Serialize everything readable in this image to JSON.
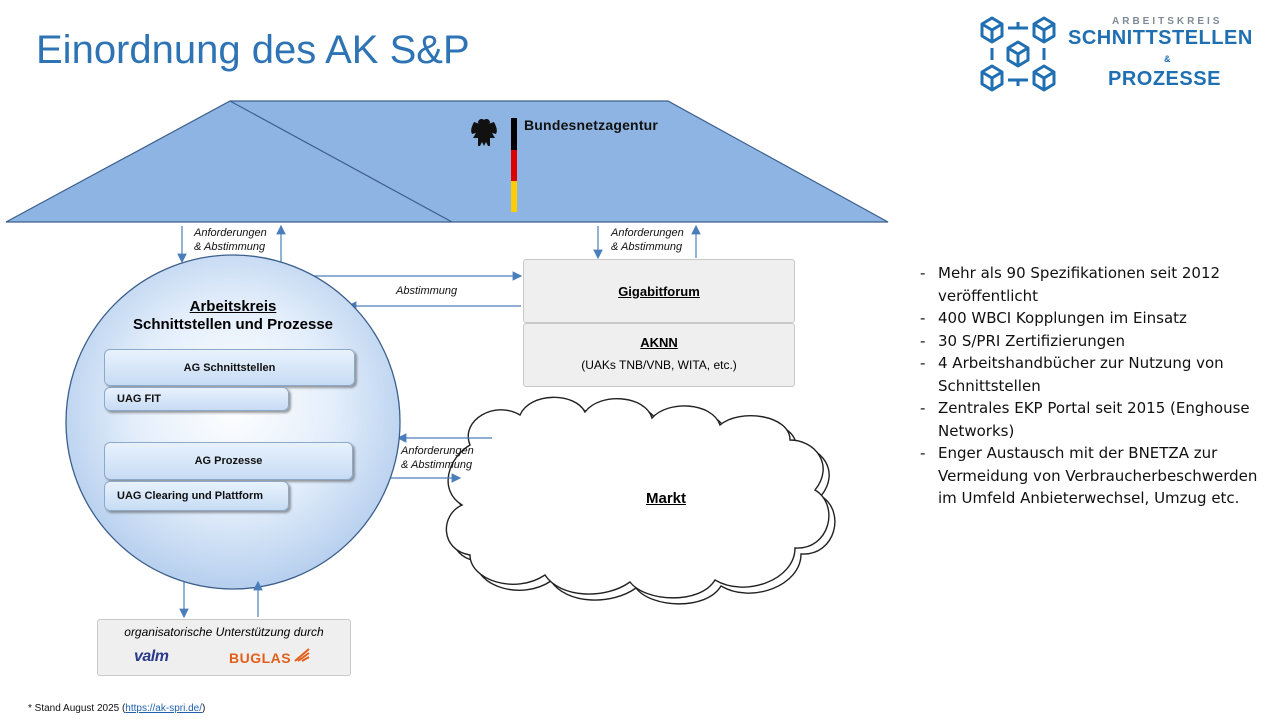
{
  "title": "Einordnung des AK S&P",
  "logo": {
    "line1": "ARBEITSKREIS",
    "line2": "SCHNITTSTELLEN",
    "amp": "&",
    "line3": "PROZESSE",
    "color": "#1f6fb2"
  },
  "authority": {
    "name": "Bundesnetzagentur"
  },
  "arrows": {
    "left_label_1": "Anforderungen",
    "left_label_2": "& Abstimmung",
    "right_label_1": "Anforderungen",
    "right_label_2": "& Abstimmung",
    "abstimmung": "Abstimmung",
    "market_label_1": "Anforderungen",
    "market_label_2": "& Abstimmung"
  },
  "circle": {
    "title_1": "Arbeitskreis",
    "title_2": "Schnittstellen und Prozesse",
    "groups": [
      {
        "label": "AG Schnittstellen"
      },
      {
        "label": "UAG FIT"
      },
      {
        "label": "AG Prozesse"
      },
      {
        "label": "UAG Clearing und Plattform"
      }
    ]
  },
  "gigabitforum": {
    "label": "Gigabitforum"
  },
  "aknn": {
    "label": "AKNN",
    "sub": "(UAKs TNB/VNB, WITA, etc.)"
  },
  "market": {
    "label": "Markt"
  },
  "support": {
    "label": "organisatorische Unterstützung durch",
    "partner1": "valm",
    "partner2": "BUGLAS"
  },
  "bullets": [
    "Mehr als 90 Spezifikationen seit 2012 veröffentlicht",
    "400 WBCI Kopplungen im Einsatz",
    "30 S/PRI Zertifizierungen",
    "4 Arbeitshandbücher zur Nutzung von Schnittstellen",
    "Zentrales EKP Portal seit 2015 (Enghouse Networks)",
    "Enger Austausch mit der BNETZA zur Vermeidung von Verbraucherbeschwerden im Umfeld Anbieterwechsel, Umzug etc."
  ],
  "footnote": {
    "prefix": "* Stand August 2025 (",
    "link": "https://ak-spri.de/",
    "suffix": ")"
  },
  "colors": {
    "accent": "#2e74b5",
    "roof": "#8eb4e3",
    "arrow": "#4a7ebb"
  }
}
